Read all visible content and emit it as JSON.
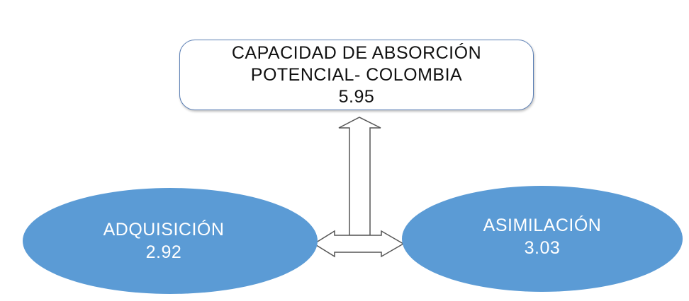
{
  "diagram": {
    "top_node": {
      "lines": [
        "CAPACIDAD DE ABSORCIÓN",
        "POTENCIAL- COLOMBIA",
        "5.95"
      ]
    },
    "left_node": {
      "lines": [
        "ADQUISICIÓN",
        "2.92"
      ]
    },
    "right_node": {
      "lines": [
        "ASIMILACIÓN",
        "3.03"
      ]
    }
  },
  "colors": {
    "ellipse_fill": "#5b9bd5",
    "box_border": "#5b7fb5",
    "arrow_stroke": "#555555"
  }
}
